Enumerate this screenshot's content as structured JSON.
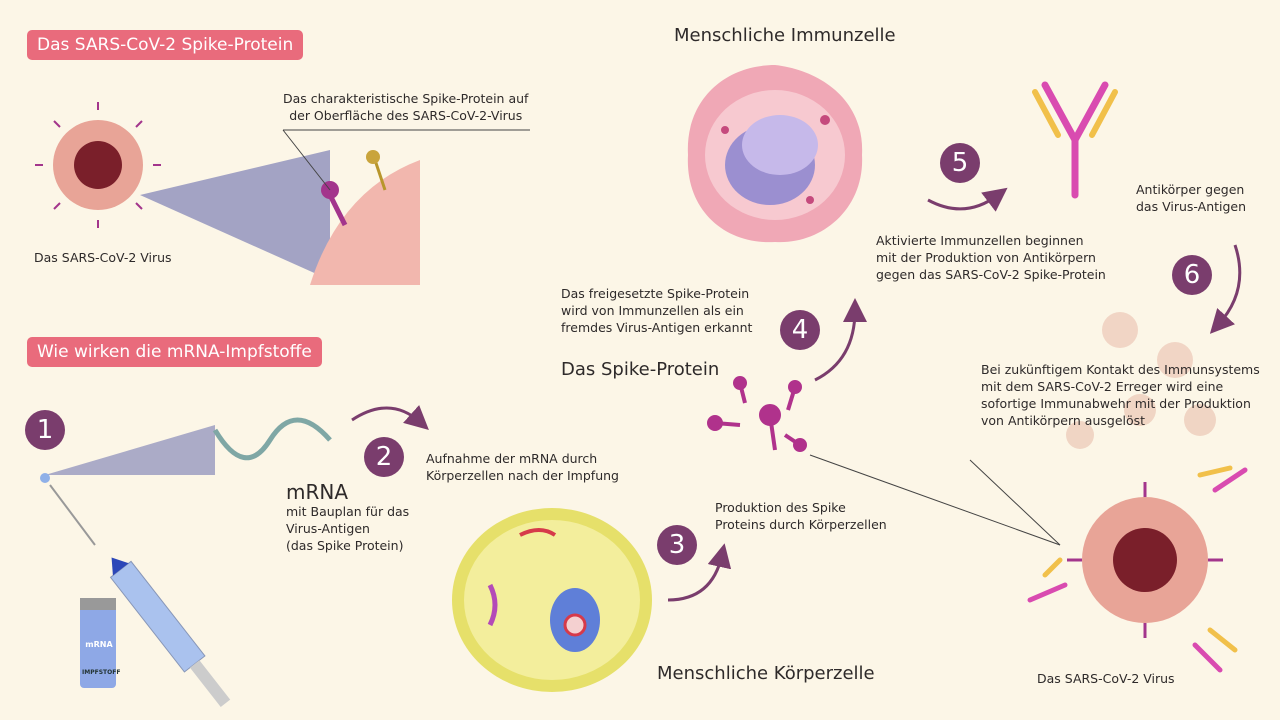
{
  "sections": {
    "spike_title": "Das SARS-CoV-2 Spike-Protein",
    "mrna_title": "Wie wirken die mRNA-Impfstoffe"
  },
  "labels": {
    "virus_top": "Das SARS-CoV-2 Virus",
    "spike_desc": [
      "Das charakteristische Spike-Protein auf",
      "der Oberfläche des SARS-CoV-2-Virus"
    ],
    "immune_cell": "Menschliche Immunzelle",
    "body_cell": "Menschliche Körperzelle",
    "spike_protein": "Das Spike-Protein",
    "mrna": "mRNA",
    "mrna_desc": [
      "mit Bauplan für das",
      "Virus-Antigen",
      "(das Spike Protein)"
    ],
    "vial_label": [
      "mRNA",
      "IMPFSTOFF"
    ],
    "virus_bottom": "Das SARS-CoV-2 Virus",
    "antibody": [
      "Antikörper gegen",
      "das Virus-Antigen"
    ]
  },
  "steps": [
    {
      "n": "1",
      "text": []
    },
    {
      "n": "2",
      "text": [
        "Aufnahme der mRNA durch",
        "Körperzellen nach der Impfung"
      ]
    },
    {
      "n": "3",
      "text": [
        "Produktion des Spike",
        "Proteins durch Körperzellen"
      ]
    },
    {
      "n": "4",
      "text": [
        "Das freigesetzte Spike-Protein",
        "wird von Immunzellen als ein",
        "fremdes Virus-Antigen erkannt"
      ]
    },
    {
      "n": "5",
      "text": [
        "Aktivierte Immunzellen beginnen",
        "mit der Produktion von Antikörpern",
        "gegen das SARS-CoV-2 Spike-Protein"
      ]
    },
    {
      "n": "6",
      "text": [
        "Bei zukünftigem Kontakt des Immunsystems",
        "mit dem SARS-CoV-2 Erreger wird eine",
        "sofortige Immunabwehr mit der Produktion",
        "von Antikörpern ausgelöst"
      ]
    }
  ],
  "colors": {
    "accent": "#e96b7c",
    "step": "#7a3d6d",
    "background": "#fcf6e7"
  }
}
